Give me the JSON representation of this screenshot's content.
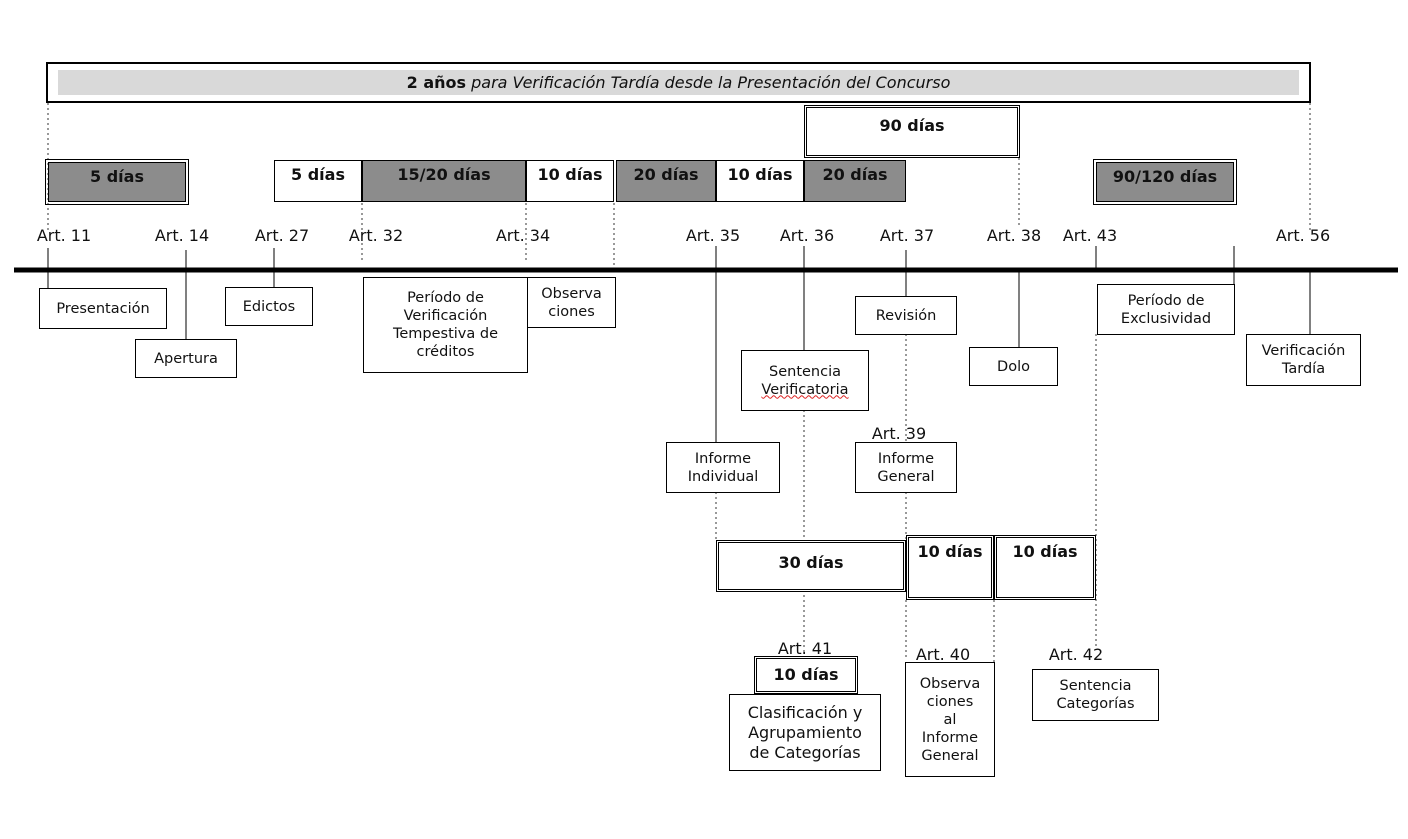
{
  "title": {
    "bold": "2 años",
    "rest": "para Verificación Tardía desde la Presentación del Concurso"
  },
  "periods": [
    {
      "id": "p5a",
      "label": "5 días"
    },
    {
      "id": "p5b",
      "label": "5 días"
    },
    {
      "id": "p1520",
      "label": "15/20 días"
    },
    {
      "id": "p10a",
      "label": "10 días"
    },
    {
      "id": "p20a",
      "label": "20 días"
    },
    {
      "id": "p10b",
      "label": "10 días"
    },
    {
      "id": "p20b",
      "label": "20 días"
    },
    {
      "id": "p90",
      "label": "90 días"
    },
    {
      "id": "p90120",
      "label": "90/120 días"
    },
    {
      "id": "p30",
      "label": "30 días"
    },
    {
      "id": "p10c",
      "label": "10 días"
    },
    {
      "id": "p10d",
      "label": "10 días"
    },
    {
      "id": "p10e",
      "label": "10 días"
    }
  ],
  "articles": [
    "Art. 11",
    "Art. 14",
    "Art. 27",
    "Art. 32",
    "Art. 34",
    "Art. 35",
    "Art. 36",
    "Art. 37",
    "Art. 38",
    "Art. 43",
    "Art. 56",
    "Art. 39",
    "Art. 41",
    "Art. 40",
    "Art. 42"
  ],
  "boxes": {
    "presentacion": "Presentación",
    "apertura": "Apertura",
    "edictos": "Edictos",
    "periodo_verificacion": [
      "Período de",
      "Verificación",
      "Tempestiva de",
      "créditos"
    ],
    "observaciones": [
      "Observa",
      "ciones"
    ],
    "revision": "Revisión",
    "sentencia_verificatoria": [
      "Sentencia",
      "Verificatoria"
    ],
    "dolo": "Dolo",
    "periodo_exclusividad": [
      "Período de",
      "Exclusividad"
    ],
    "verificacion_tardia": [
      "Verificación",
      "Tardía"
    ],
    "informe_individual": [
      "Informe",
      "Individual"
    ],
    "informe_general": [
      "Informe",
      "General"
    ],
    "clasificacion": [
      "Clasificación y",
      "Agrupamiento",
      "de Categorías"
    ],
    "observaciones_informe": [
      "Observa",
      "ciones",
      "al",
      "Informe",
      "General"
    ],
    "sentencia_categorias": [
      "Sentencia",
      "Categorías"
    ]
  }
}
